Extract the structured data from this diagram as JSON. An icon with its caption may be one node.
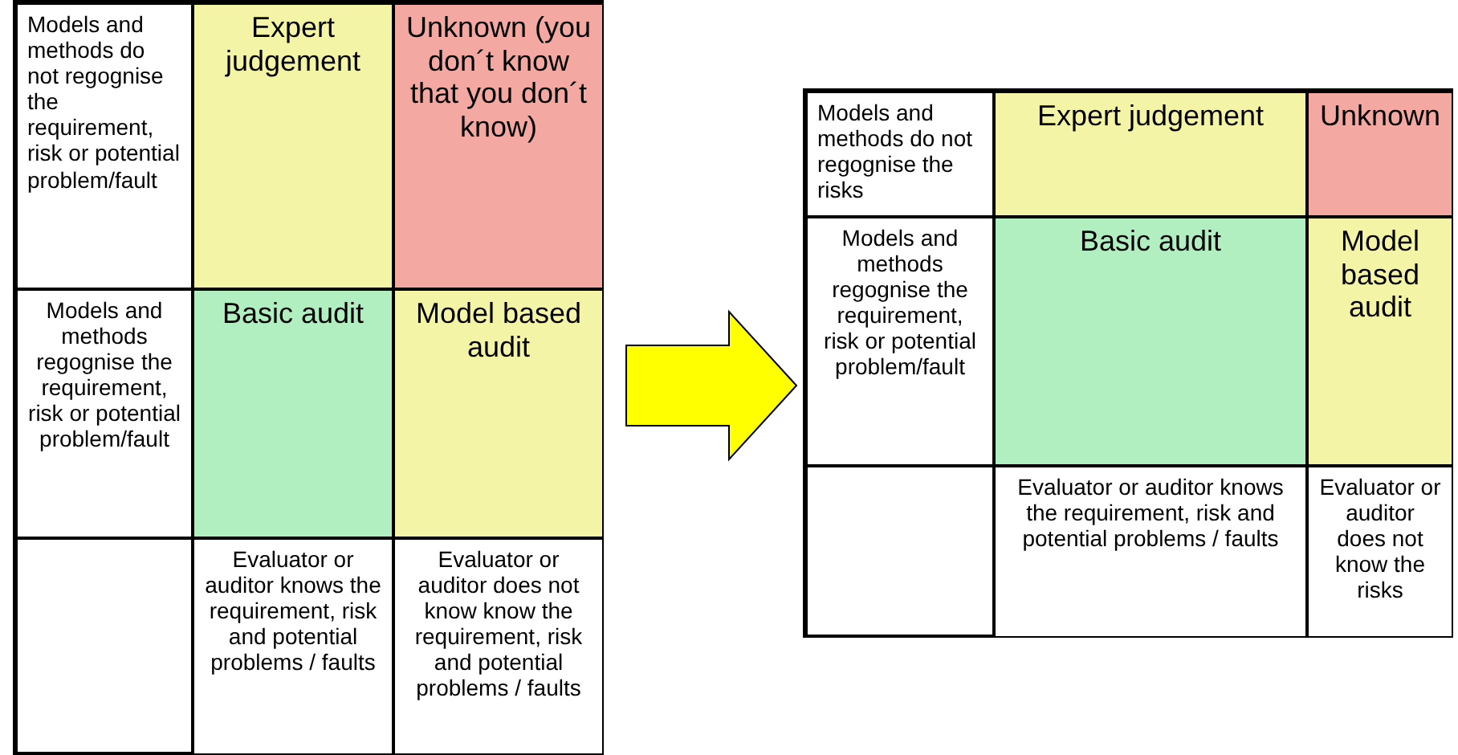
{
  "diagram": {
    "nodes": [
      {
        "text": [],
        "shape": "box"
      },
      {
        "text": [
          "Models and methods do not regognise the requirement, risk or potential problem/fault"
        ],
        "in": 0
      },
      {
        "text": [
          "Expert judgement"
        ],
        "in": 0
      },
      {
        "text": [
          "Unknown (you don´t know that you don´t know)"
        ],
        "in": 0
      },
      {
        "text": [
          "Models and methods regognise the requirement, risk or potential problem/fault"
        ],
        "in": 0
      },
      {
        "text": [
          "Basic audit"
        ],
        "in": 0
      },
      {
        "text": [
          "Model based audit"
        ],
        "in": 0
      },
      {
        "text": [
          "Evaluator or auditor knows the requirement, risk and potential problems / faults"
        ],
        "in": 0
      },
      {
        "text": [
          "Evaluator or auditor does not know know the requirement, risk and potential problems / faults"
        ],
        "in": 0
      },
      {
        "text": [],
        "shape": "box"
      },
      {
        "text": [
          "Models and methods do not regognise the risks"
        ],
        "in": 9
      },
      {
        "text": [
          "Expert judgement"
        ],
        "in": 9
      },
      {
        "text": [
          "Unknown"
        ],
        "in": 9
      },
      {
        "text": [
          "Models and methods regognise the requirement, risk or potential problem/fault"
        ],
        "in": 9
      },
      {
        "text": [
          "Basic audit"
        ],
        "in": 9
      },
      {
        "text": [
          "Model based audit"
        ],
        "in": 9
      },
      {
        "text": [
          "Evaluator or auditor knows the requirement, risk and potential problems / faults"
        ],
        "in": 9
      },
      {
        "text": [
          "Evaluator or auditor does not know the risks"
        ],
        "in": 9
      }
    ],
    "edges": [
      {
        "from": 0,
        "to": 9,
        "arrow": "to"
      }
    ]
  }
}
